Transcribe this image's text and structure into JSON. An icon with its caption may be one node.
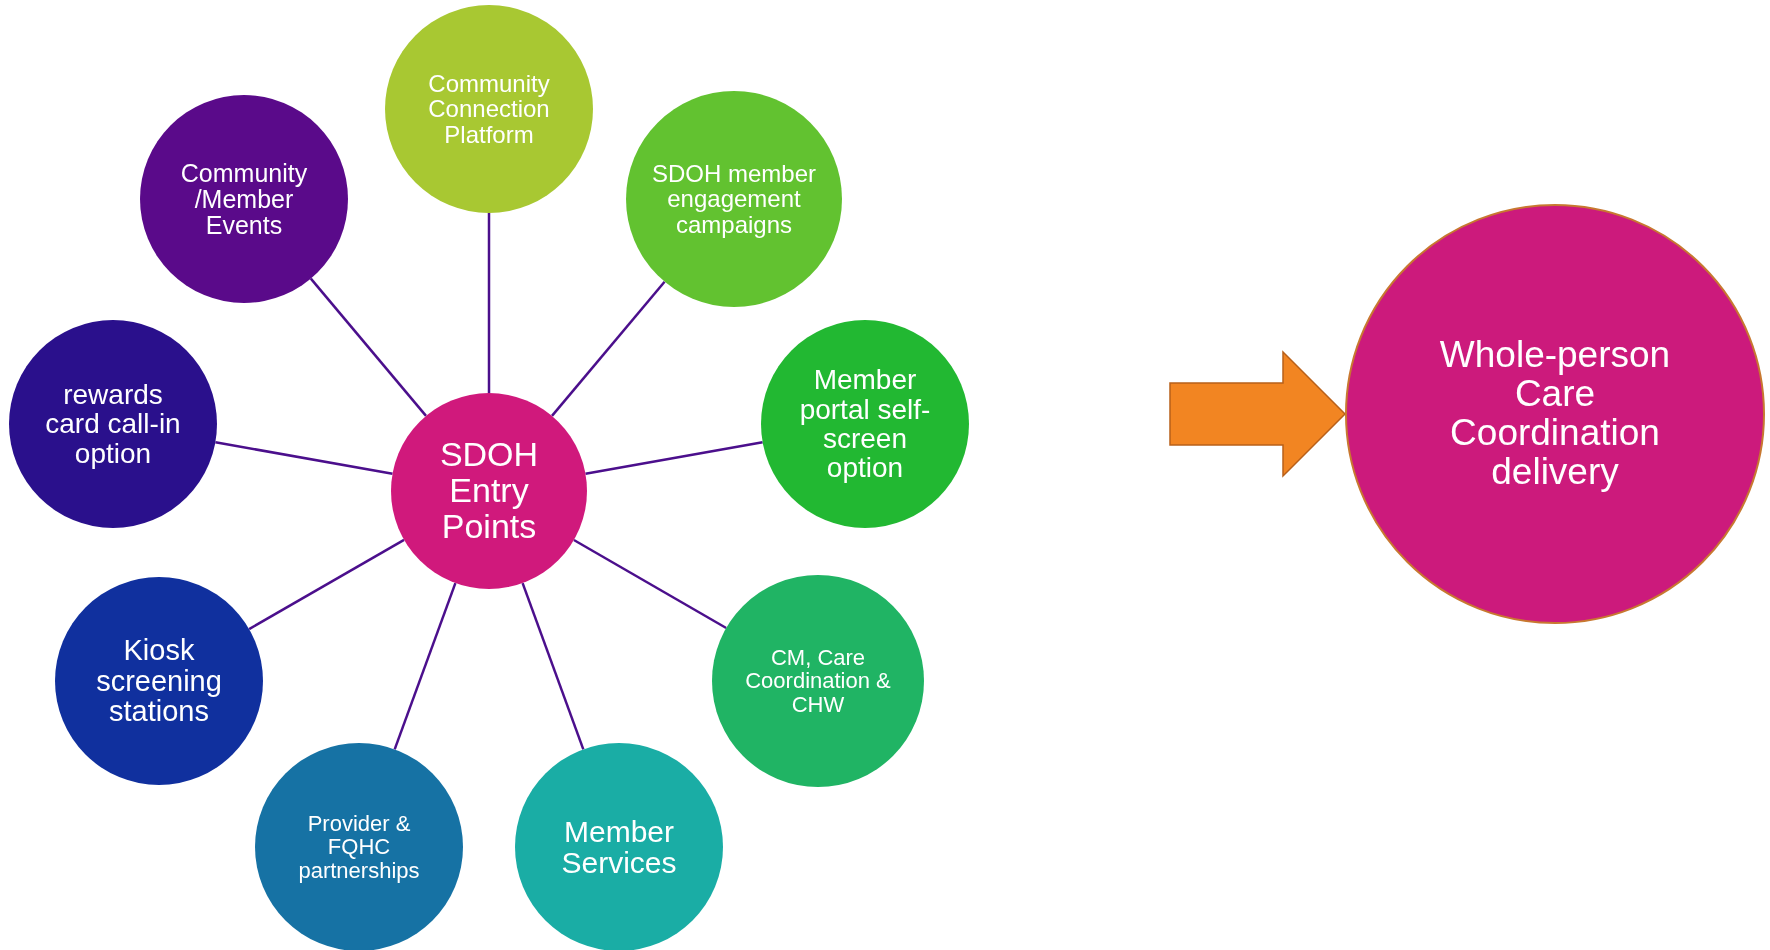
{
  "diagram": {
    "nodes": [
      {
        "text": [
          "SDOH Entry Points"
        ]
      },
      {
        "text": [
          "Community /Member Events"
        ]
      },
      {
        "text": [
          "Community Connection Platform"
        ]
      },
      {
        "text": [
          "SDOH member engagement campaigns"
        ]
      },
      {
        "text": [
          "Member portal self-screen option"
        ]
      },
      {
        "text": [
          "CM, Care Coordination & CHW"
        ]
      },
      {
        "text": [
          "Member Services"
        ]
      },
      {
        "text": [
          "Provider & FQHC partnerships"
        ]
      },
      {
        "text": [
          "Kiosk screening stations"
        ]
      },
      {
        "text": [
          "rewards card call-in option"
        ]
      },
      {
        "text": [
          "Whole-person Care Coordination delivery"
        ]
      }
    ],
    "edges": [
      {
        "from": 0,
        "to": 1,
        "arrow": "none"
      },
      {
        "from": 0,
        "to": 2,
        "arrow": "none"
      },
      {
        "from": 0,
        "to": 3,
        "arrow": "none"
      },
      {
        "from": 0,
        "to": 4,
        "arrow": "none"
      },
      {
        "from": 0,
        "to": 5,
        "arrow": "none"
      },
      {
        "from": 0,
        "to": 6,
        "arrow": "none"
      },
      {
        "from": 0,
        "to": 7,
        "arrow": "none"
      },
      {
        "from": 0,
        "to": 8,
        "arrow": "none"
      },
      {
        "from": 0,
        "to": 9,
        "arrow": "none"
      },
      {
        "from": null,
        "to": 10,
        "arrow": "to",
        "style": "thick",
        "color": "#f28522"
      }
    ]
  }
}
